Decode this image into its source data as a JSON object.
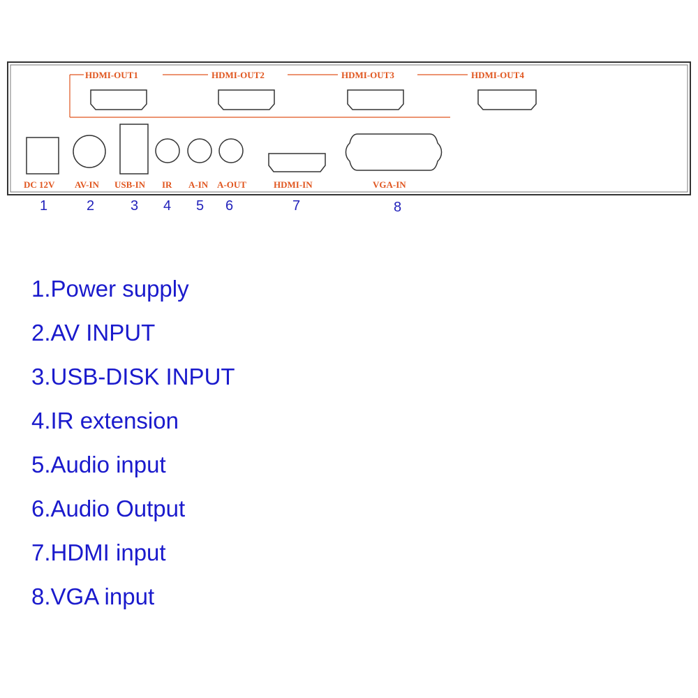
{
  "colors": {
    "accent": "#e0551e",
    "text_blue": "#1a1acc",
    "outline": "#333333"
  },
  "panel": {
    "ports": {
      "hdmi_out1": "HDMI-OUT1",
      "hdmi_out2": "HDMI-OUT2",
      "hdmi_out3": "HDMI-OUT3",
      "hdmi_out4": "HDMI-OUT4",
      "dc": "DC 12V",
      "av_in": "AV-IN",
      "usb_in": "USB-IN",
      "ir": "IR",
      "a_in": "A-IN",
      "a_out": "A-OUT",
      "hdmi_in": "HDMI-IN",
      "vga_in": "VGA-IN"
    },
    "numbers": [
      "1",
      "2",
      "3",
      "4",
      "5",
      "6",
      "7",
      "8"
    ]
  },
  "legend": [
    "1.Power supply",
    "2.AV INPUT",
    "3.USB-DISK INPUT",
    "4.IR extension",
    "5.Audio input",
    "6.Audio Output",
    "7.HDMI input",
    "8.VGA input"
  ]
}
